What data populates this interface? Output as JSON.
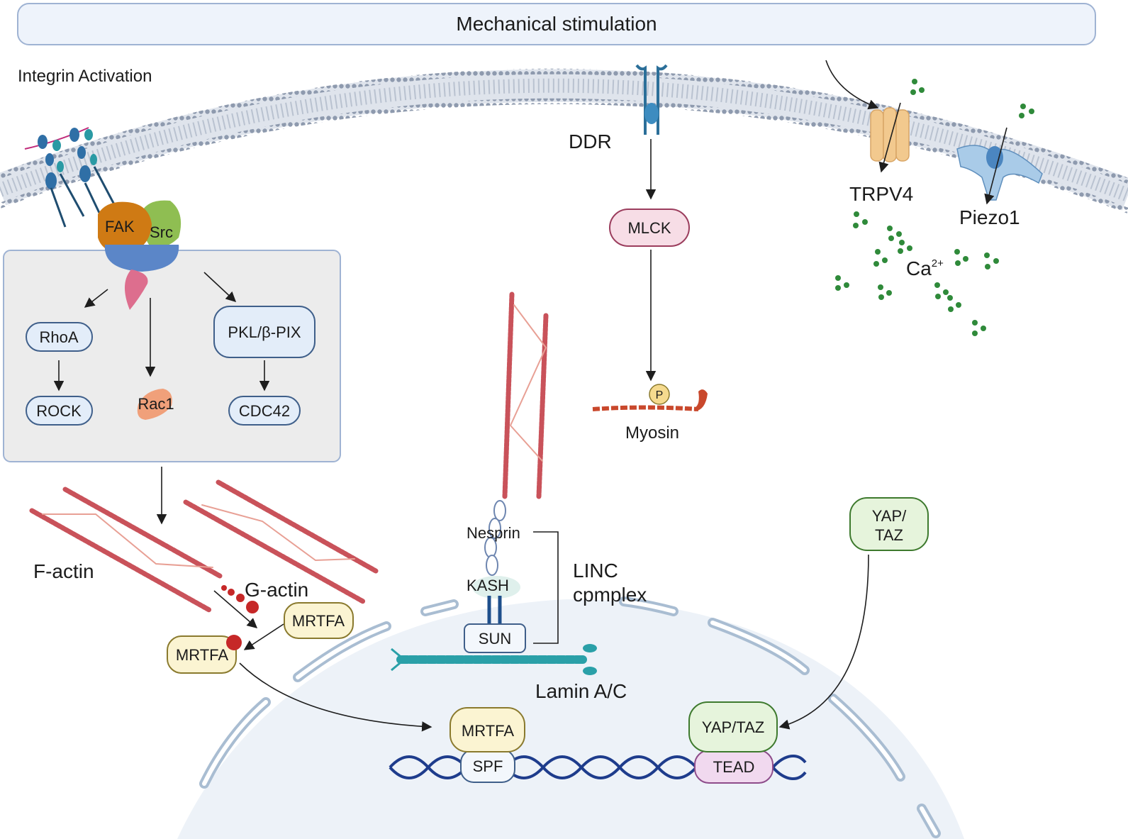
{
  "banner": {
    "title": "Mechanical stimulation"
  },
  "labels": {
    "integrin_activation": "Integrin Activation",
    "fak": "FAK",
    "src": "Src",
    "ddr": "DDR",
    "trpv4": "TRPV4",
    "piezo1": "Piezo1",
    "ca": "Ca",
    "ca_sup": "2+",
    "rac1": "Rac1",
    "myosin": "Myosin",
    "p": "P",
    "f_actin": "F-actin",
    "g_actin": "G-actin",
    "nesprin": "Nesprin",
    "kash": "KASH",
    "sun": "SUN",
    "linc_line1": "LINC",
    "linc_line2": "cpmplex",
    "lamin": "Lamin A/C",
    "spf": "SPF",
    "tead": "TEAD"
  },
  "boxes": {
    "mlck": "MLCK",
    "rhoa": "RhoA",
    "rock": "ROCK",
    "pkl": "PKL/β-PIX",
    "cdc42": "CDC42",
    "mrtfa_free": "MRTFA",
    "mrtfa_bound": "MRTFA",
    "mrtfa_nuclear": "MRTFA",
    "yaptaz_cyto_line1": "YAP/",
    "yaptaz_cyto_line2": "TAZ",
    "yaptaz_nuclear": "YAP/TAZ"
  },
  "colors": {
    "membrane": "#9aa6b8",
    "banner_fill": "#eef3fb",
    "banner_stroke": "#9fb3d3",
    "signal_panel": "#ececec",
    "blue_box_fill": "#e3edf9",
    "blue_box_stroke": "#3f5f8a",
    "pink_box_fill": "#f7dde6",
    "pink_box_stroke": "#9b3d5d",
    "yellow_box_fill": "#fbf4d2",
    "yellow_box_stroke": "#8a7a2e",
    "green_box_fill": "#e6f4dc",
    "green_box_stroke": "#3e7a2e",
    "tead_fill": "#f1d9ef",
    "tead_stroke": "#8d4c8a",
    "actin": "#c9525a",
    "calcium": "#2f8a3a",
    "dna": "#1e3c8c",
    "nucleus": "#edf2f8",
    "arrow": "#1e1e1e"
  }
}
